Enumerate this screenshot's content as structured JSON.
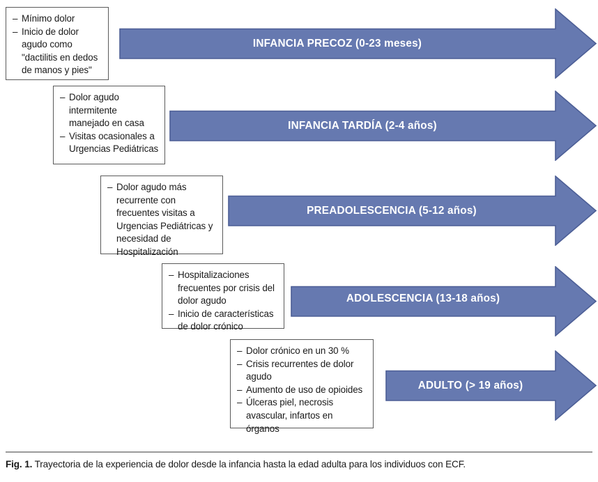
{
  "figure": {
    "caption_label": "Fig. 1.",
    "caption_text": "Trayectoria de la experiencia de dolor desde la infancia hasta la edad adulta para los individuos con ECF.",
    "arrow_color": "#6679b0",
    "arrow_border_color": "#4d5f96",
    "box_border_color": "#5a5a5a",
    "text_color": "#1a1a1a",
    "label_color": "#ffffff"
  },
  "stages": [
    {
      "id": "infancia-precoz",
      "arrow_label": "INFANCIA PRECOZ (0-23 meses)",
      "bullets": [
        "Mínimo dolor",
        "Inicio de dolor agudo como \"dactilitis en dedos de manos y pies\""
      ]
    },
    {
      "id": "infancia-tardia",
      "arrow_label": "INFANCIA TARDÍA (2-4 años)",
      "bullets": [
        "Dolor agudo intermitente manejado en casa",
        "Visitas ocasionales a Urgencias Pediátricas"
      ]
    },
    {
      "id": "preadolescencia",
      "arrow_label": "PREADOLESCENCIA (5-12 años)",
      "bullets": [
        "Dolor agudo más recurrente con frecuentes visitas a Urgencias Pediátricas y necesidad de Hospitalización"
      ]
    },
    {
      "id": "adolescencia",
      "arrow_label": "ADOLESCENCIA (13-18 años)",
      "bullets": [
        "Hospitalizaciones frecuentes por crisis del dolor agudo",
        "Inicio de características de dolor crónico"
      ]
    },
    {
      "id": "adulto",
      "arrow_label": "ADULTO (> 19 años)",
      "bullets": [
        "Dolor crónico en un 30 %",
        "Crisis recurrentes de dolor agudo",
        "Aumento de uso de opioides",
        "Úlceras piel, necrosis avascular, infartos en órganos"
      ]
    }
  ]
}
